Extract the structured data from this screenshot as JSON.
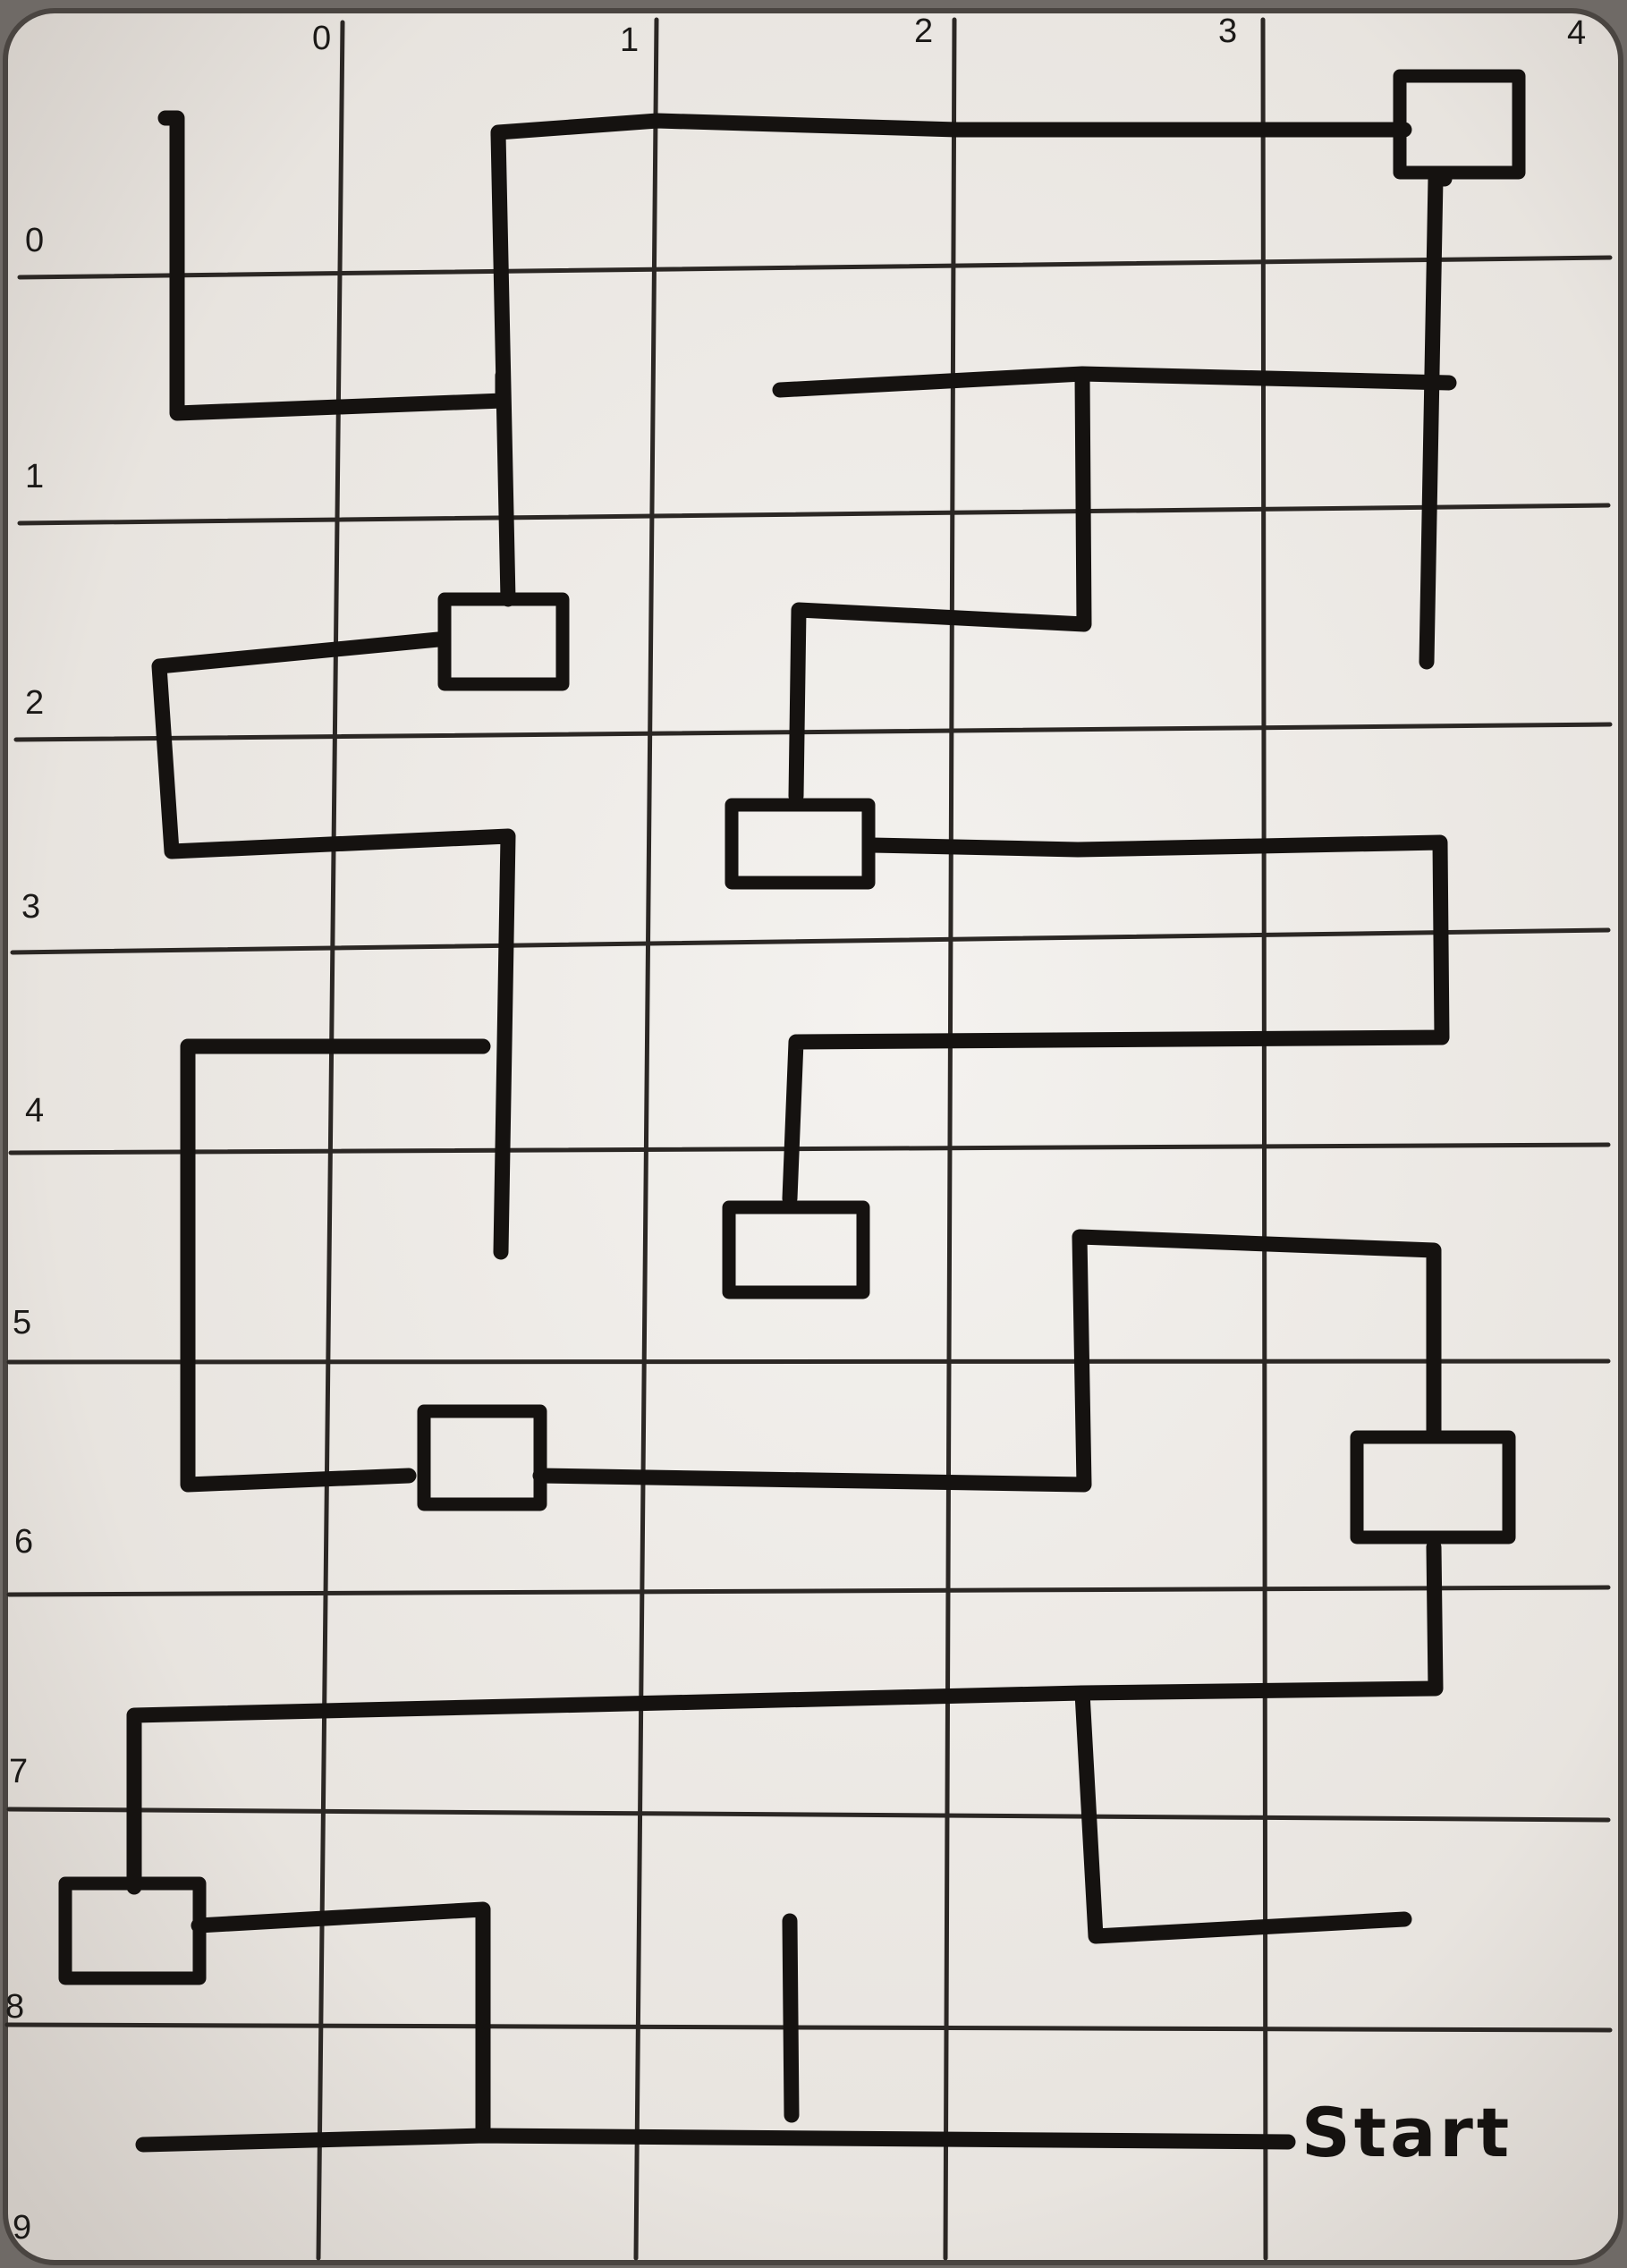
{
  "colors": {
    "board": "#ece8e3",
    "ink": "#151210",
    "frame": "#6f6a66"
  },
  "columns": [
    "0",
    "1",
    "2",
    "3",
    "4"
  ],
  "rows": [
    "0",
    "1",
    "2",
    "3",
    "4",
    "5",
    "6",
    "7",
    "8",
    "9"
  ],
  "start_label": "Start"
}
